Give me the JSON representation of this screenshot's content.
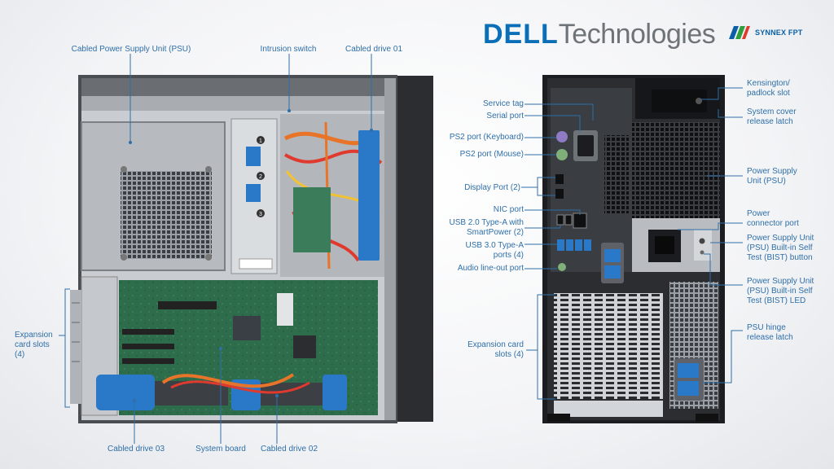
{
  "brand": {
    "dell": "DELL",
    "technologies": "Technologies",
    "partner": "SYNNEX FPT"
  },
  "colors": {
    "label": "#2f6fa8",
    "dell_blue": "#0b6fb8",
    "grey_text": "#6e7378",
    "chassis_dark": "#2b2d30",
    "metal": "#b8bcc0",
    "board_green": "#2d6b4a",
    "drive_blue": "#2a78c8",
    "ps2_purple": "#8e7bc4",
    "ps2_green": "#7fb07a"
  },
  "inside_labels": {
    "psu": "Cabled Power Supply Unit (PSU)",
    "intrusion": "Intrusion switch",
    "drive01": "Cabled drive 01",
    "expansion_l1": "Expansion",
    "expansion_l2": "card slots",
    "expansion_l3": "(4)",
    "drive03": "Cabled drive 03",
    "system_board": "System board",
    "drive02": "Cabled drive 02"
  },
  "back_labels": {
    "service_tag": "Service tag",
    "serial_port": "Serial port",
    "ps2_keyboard": "PS2 port (Keyboard)",
    "ps2_mouse": "PS2 port (Mouse)",
    "display_port": "Display Port (2)",
    "nic_port": "NIC port",
    "usb2_l1": "USB 2.0 Type-A with",
    "usb2_l2": "SmartPower (2)",
    "usb3_l1": "USB 3.0 Type-A",
    "usb3_l2": "ports (4)",
    "audio": "Audio line-out port",
    "expansion_l1": "Expansion card",
    "expansion_l2": "slots (4)",
    "kensington_l1": "Kensington/",
    "kensington_l2": "padlock slot",
    "cover_latch_l1": "System cover",
    "cover_latch_l2": "release latch",
    "psu_l1": "Power Supply",
    "psu_l2": "Unit (PSU)",
    "power_conn_l1": "Power",
    "power_conn_l2": "connector port",
    "bist_btn_l1": "Power Supply Unit",
    "bist_btn_l2": "(PSU) Built-in Self",
    "bist_btn_l3": "Test (BIST) button",
    "bist_led_l1": "Power Supply Unit",
    "bist_led_l2": "(PSU) Built-in Self",
    "bist_led_l3": "Test (BIST) LED",
    "hinge_l1": "PSU hinge",
    "hinge_l2": "release latch"
  },
  "step_numbers": [
    "1",
    "2",
    "3"
  ]
}
